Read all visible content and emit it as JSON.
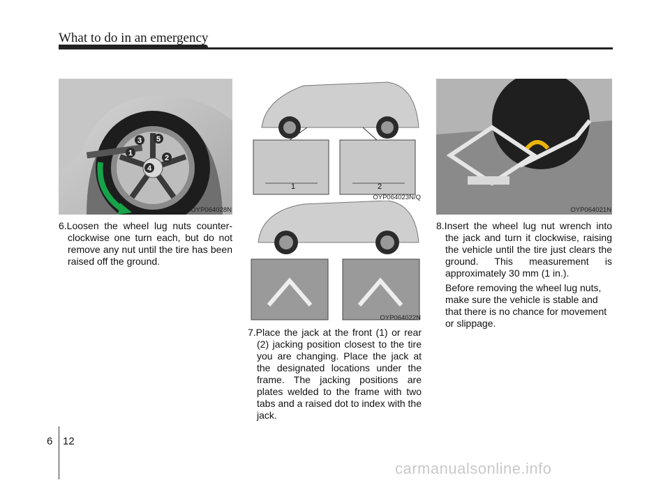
{
  "header": {
    "title": "What to do in an emergency"
  },
  "figures": [
    {
      "code": "OYP064028N",
      "icon": "wheel-lug-nuts-loosen",
      "lug_labels": [
        "1",
        "2",
        "3",
        "4",
        "5"
      ]
    },
    {
      "code": "OYP064023N/Q",
      "icon": "jacking-positions",
      "callouts": [
        "1",
        "2"
      ]
    },
    {
      "code": "OYP064022N",
      "icon": "jack-placement"
    },
    {
      "code": "OYP064021N",
      "icon": "jack-wrench-crank"
    }
  ],
  "steps": {
    "step6": "6.Loosen the wheel lug nuts counter-clockwise one turn each, but do not remove any nut until the tire has been raised off the ground.",
    "step7": "7.Place the jack at the front (1) or rear (2) jacking position closest to the tire you are changing. Place the jack at the designated locations under the frame. The jacking positions are plates welded to the frame with two tabs and a raised dot to index with the jack.",
    "step8": "8.Insert the wheel lug nut wrench into the jack and turn it clockwise, raising the vehicle until the tire just clears the ground. This measurement is approximately 30 mm (1 in.).",
    "step8_note": "Before removing the wheel lug nuts, make sure the vehicle is stable and that there is no chance for movement or slippage."
  },
  "footer": {
    "section": "6",
    "page": "12",
    "watermark": "carmanualsonline.info"
  }
}
